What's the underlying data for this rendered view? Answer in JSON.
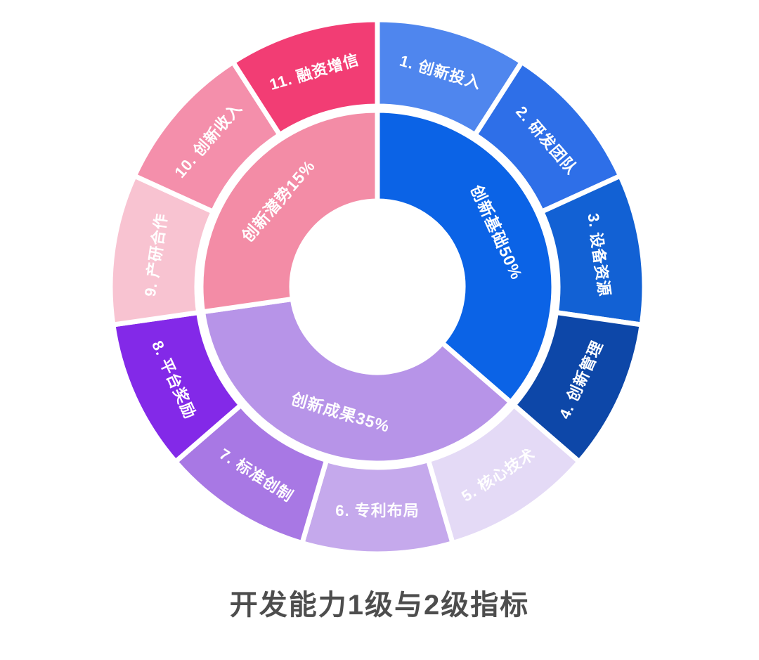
{
  "title": "开发能力1级与2级指标",
  "colors": {
    "background": "#ffffff",
    "divider": "#ffffff",
    "label_text": "#ffffff",
    "title_text": "#4d4d4d"
  },
  "chart_data": {
    "type": "sunburst",
    "title": "开发能力1级与2级指标",
    "legend_position": "none",
    "grid": false,
    "inner_ring": [
      {
        "label": "创新基础50%",
        "name": "创新基础",
        "value_pct": 50,
        "color": "#0b63e6",
        "children_count": 4
      },
      {
        "label": "创新成果35%",
        "name": "创新成果",
        "value_pct": 35,
        "color": "#b794e8",
        "children_count": 4
      },
      {
        "label": "创新潜势15%",
        "name": "创新潜势",
        "value_pct": 15,
        "color": "#f38ca6",
        "children_count": 3
      }
    ],
    "outer_ring": [
      {
        "label": "1. 创新投入",
        "parent": "创新基础",
        "color": "#4f86ee"
      },
      {
        "label": "2. 研发团队",
        "parent": "创新基础",
        "color": "#2e6fe8"
      },
      {
        "label": "3. 设备资源",
        "parent": "创新基础",
        "color": "#1261d4"
      },
      {
        "label": "4. 创新管理",
        "parent": "创新基础",
        "color": "#0d47a8"
      },
      {
        "label": "5. 核心技术",
        "parent": "创新成果",
        "color": "#e4daf6"
      },
      {
        "label": "6. 专利布局",
        "parent": "创新成果",
        "color": "#c5a9ec"
      },
      {
        "label": "7. 标准创制",
        "parent": "创新成果",
        "color": "#a878e4"
      },
      {
        "label": "8. 平台奖励",
        "parent": "创新成果",
        "color": "#8329e8"
      },
      {
        "label": "9. 产研合作",
        "parent": "创新潜势",
        "color": "#f8c3d1"
      },
      {
        "label": "10. 创新收入",
        "parent": "创新潜势",
        "color": "#f48fab"
      },
      {
        "label": "11. 融资增信",
        "parent": "创新潜势",
        "color": "#f23d74"
      }
    ]
  }
}
